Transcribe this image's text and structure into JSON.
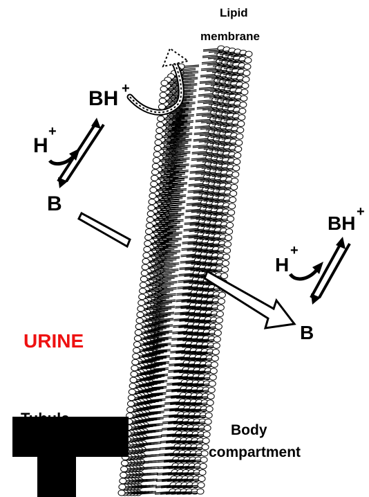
{
  "labels": {
    "lipid_membrane_line1": "Lipid",
    "lipid_membrane_line2": "membrane",
    "urine_side": {
      "bh": "BH",
      "h": "H",
      "plus": "+",
      "b": "B"
    },
    "body_side": {
      "bh": "BH",
      "h": "H",
      "plus": "+",
      "b": "B"
    },
    "urine": "URINE",
    "body_line1": "Body",
    "body_line2": "compartment",
    "tubule_partial": "Tubule"
  },
  "colors": {
    "urine": "#ee1111",
    "ink": "#000000",
    "redaction": "#000000"
  }
}
